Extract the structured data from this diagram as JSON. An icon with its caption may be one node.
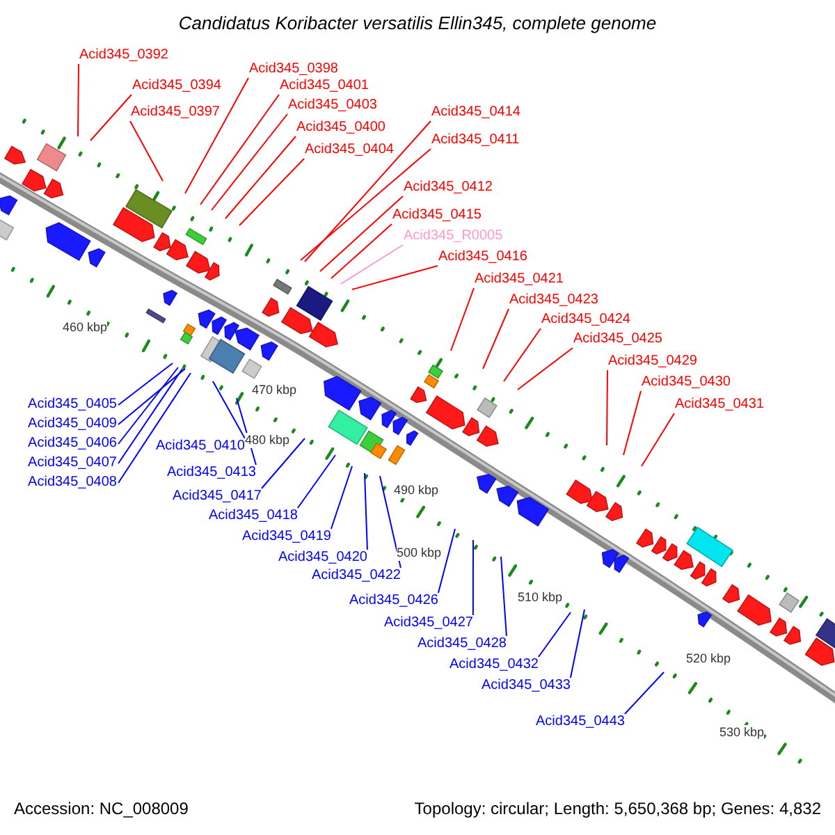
{
  "diagram": {
    "title": "Candidatus Koribacter versatilis Ellin345, complete genome",
    "nodes": [
      {
        "text": [
          "Acid345_0392"
        ]
      },
      {
        "text": [
          "Acid345_0394"
        ]
      },
      {
        "text": [
          "Acid345_0397"
        ]
      },
      {
        "text": [
          "Acid345_0398"
        ]
      },
      {
        "text": [
          "Acid345_0401"
        ]
      },
      {
        "text": [
          "Acid345_0403"
        ]
      },
      {
        "text": [
          "Acid345_0400"
        ]
      },
      {
        "text": [
          "Acid345_0404"
        ]
      },
      {
        "text": [
          "Acid345_0411"
        ]
      },
      {
        "text": [
          "Acid345_0414"
        ]
      },
      {
        "text": [
          "Acid345_0412"
        ]
      },
      {
        "text": [
          "Acid345_0415"
        ]
      },
      {
        "text": [
          "Acid345_R0005"
        ]
      },
      {
        "text": [
          "Acid345_0416"
        ]
      },
      {
        "text": [
          "Acid345_0421"
        ]
      },
      {
        "text": [
          "Acid345_0423"
        ]
      },
      {
        "text": [
          "Acid345_0424"
        ]
      },
      {
        "text": [
          "Acid345_0425"
        ]
      },
      {
        "text": [
          "Acid345_0429"
        ]
      },
      {
        "text": [
          "Acid345_0430"
        ]
      },
      {
        "text": [
          "Acid345_0431"
        ]
      },
      {
        "text": [
          "Acid345_0405"
        ]
      },
      {
        "text": [
          "Acid345_0409"
        ]
      },
      {
        "text": [
          "Acid345_0410"
        ]
      },
      {
        "text": [
          "Acid345_0406"
        ]
      },
      {
        "text": [
          "Acid345_0407"
        ]
      },
      {
        "text": [
          "Acid345_0408"
        ]
      },
      {
        "text": [
          "Acid345_0413"
        ]
      },
      {
        "text": [
          "Acid345_0417"
        ]
      },
      {
        "text": [
          "Acid345_0418"
        ]
      },
      {
        "text": [
          "Acid345_0419"
        ]
      },
      {
        "text": [
          "Acid345_0420"
        ]
      },
      {
        "text": [
          "Acid345_0422"
        ]
      },
      {
        "text": [
          "Acid345_0426"
        ]
      },
      {
        "text": [
          "Acid345_0427"
        ]
      },
      {
        "text": [
          "Acid345_0428"
        ]
      },
      {
        "text": [
          "Acid345_0432"
        ]
      },
      {
        "text": [
          "Acid345_0433"
        ]
      },
      {
        "text": [
          "Acid345_0443"
        ]
      }
    ],
    "edges": [
      {
        "from": 0,
        "to": null,
        "arrow": "none"
      },
      {
        "from": 1,
        "to": null,
        "arrow": "none"
      },
      {
        "from": 2,
        "to": null,
        "arrow": "none"
      },
      {
        "from": 3,
        "to": null,
        "arrow": "none"
      },
      {
        "from": 4,
        "to": null,
        "arrow": "none"
      },
      {
        "from": 5,
        "to": null,
        "arrow": "none"
      },
      {
        "from": 6,
        "to": null,
        "arrow": "none"
      },
      {
        "from": 7,
        "to": null,
        "arrow": "none"
      },
      {
        "from": 8,
        "to": null,
        "arrow": "none"
      },
      {
        "from": 9,
        "to": null,
        "arrow": "none"
      },
      {
        "from": 10,
        "to": null,
        "arrow": "none"
      },
      {
        "from": 11,
        "to": null,
        "arrow": "none"
      },
      {
        "from": 12,
        "to": null,
        "arrow": "none",
        "color": "#ff99cc"
      },
      {
        "from": 13,
        "to": null,
        "arrow": "none"
      },
      {
        "from": 14,
        "to": null,
        "arrow": "none"
      },
      {
        "from": 15,
        "to": null,
        "arrow": "none"
      },
      {
        "from": 16,
        "to": null,
        "arrow": "none"
      },
      {
        "from": 17,
        "to": null,
        "arrow": "none"
      },
      {
        "from": 18,
        "to": null,
        "arrow": "none"
      },
      {
        "from": 19,
        "to": null,
        "arrow": "none"
      },
      {
        "from": 20,
        "to": null,
        "arrow": "none"
      },
      {
        "from": 21,
        "to": null,
        "arrow": "none",
        "color": "#0000ff"
      },
      {
        "from": 22,
        "to": null,
        "arrow": "none",
        "color": "#0000ff"
      },
      {
        "from": 23,
        "to": null,
        "arrow": "none",
        "color": "#0000ff"
      },
      {
        "from": 24,
        "to": null,
        "arrow": "none",
        "color": "#0000ff"
      },
      {
        "from": 25,
        "to": null,
        "arrow": "none",
        "color": "#0000ff"
      },
      {
        "from": 26,
        "to": null,
        "arrow": "none",
        "color": "#0000ff"
      },
      {
        "from": 27,
        "to": null,
        "arrow": "none",
        "color": "#0000ff"
      },
      {
        "from": 28,
        "to": null,
        "arrow": "none",
        "color": "#0000ff"
      },
      {
        "from": 29,
        "to": null,
        "arrow": "none",
        "color": "#0000ff"
      },
      {
        "from": 30,
        "to": null,
        "arrow": "none",
        "color": "#0000ff"
      },
      {
        "from": 31,
        "to": null,
        "arrow": "none",
        "color": "#0000ff"
      },
      {
        "from": 32,
        "to": null,
        "arrow": "none",
        "color": "#0000ff"
      },
      {
        "from": 33,
        "to": null,
        "arrow": "none",
        "color": "#0000ff"
      },
      {
        "from": 34,
        "to": null,
        "arrow": "none",
        "color": "#0000ff"
      },
      {
        "from": 35,
        "to": null,
        "arrow": "none",
        "color": "#0000ff"
      },
      {
        "from": 36,
        "to": null,
        "arrow": "none",
        "color": "#0000ff"
      },
      {
        "from": 37,
        "to": null,
        "arrow": "none",
        "color": "#0000ff"
      },
      {
        "from": 38,
        "to": null,
        "arrow": "none",
        "color": "#0000ff"
      }
    ],
    "labels": [
      "460 kbp",
      "470 kbp",
      "480 kbp",
      "490 kbp",
      "500 kbp",
      "510 kbp",
      "520 kbp",
      "530 kbp",
      "Accession: NC_008009",
      "Topology: circular; Length: 5,650,368 bp; Genes: 4,832"
    ]
  }
}
